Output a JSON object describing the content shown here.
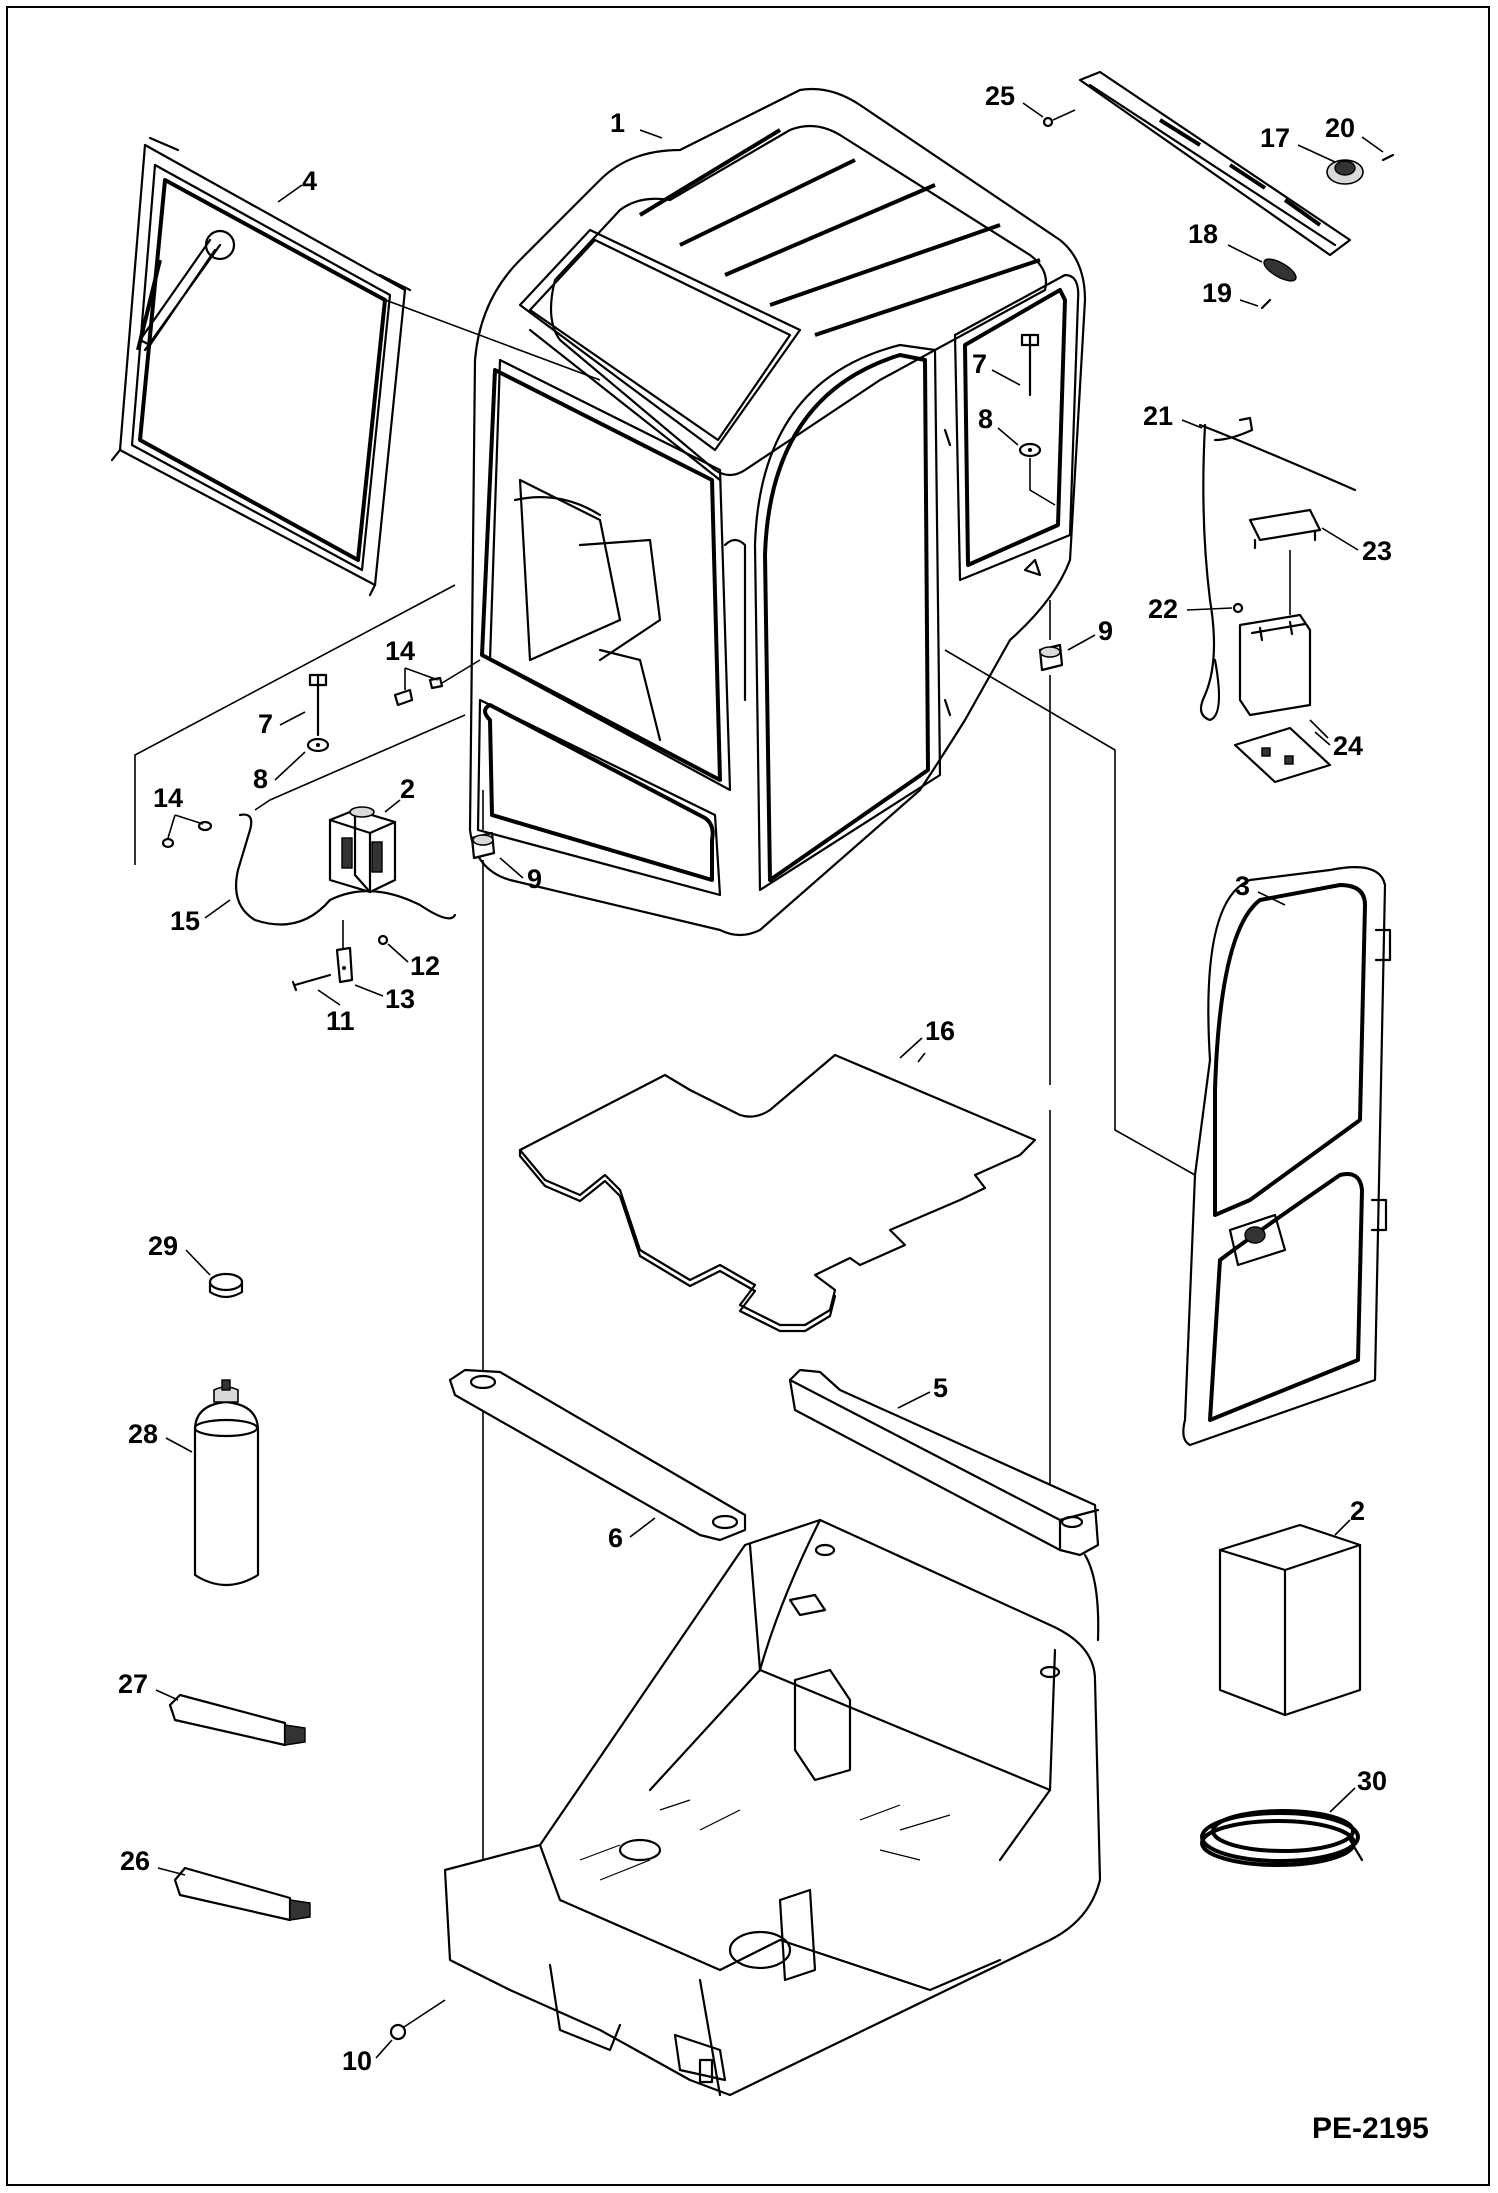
{
  "diagram_id": "PE-2195",
  "callouts": [
    {
      "id": "c1",
      "label": "1"
    },
    {
      "id": "c2a",
      "label": "2"
    },
    {
      "id": "c2b",
      "label": "2"
    },
    {
      "id": "c3",
      "label": "3"
    },
    {
      "id": "c4",
      "label": "4"
    },
    {
      "id": "c5",
      "label": "5"
    },
    {
      "id": "c6",
      "label": "6"
    },
    {
      "id": "c7a",
      "label": "7"
    },
    {
      "id": "c7b",
      "label": "7"
    },
    {
      "id": "c8a",
      "label": "8"
    },
    {
      "id": "c8b",
      "label": "8"
    },
    {
      "id": "c9a",
      "label": "9"
    },
    {
      "id": "c9b",
      "label": "9"
    },
    {
      "id": "c10",
      "label": "10"
    },
    {
      "id": "c11",
      "label": "11"
    },
    {
      "id": "c12",
      "label": "12"
    },
    {
      "id": "c13",
      "label": "13"
    },
    {
      "id": "c14a",
      "label": "14"
    },
    {
      "id": "c14b",
      "label": "14"
    },
    {
      "id": "c15",
      "label": "15"
    },
    {
      "id": "c16",
      "label": "16"
    },
    {
      "id": "c17",
      "label": "17"
    },
    {
      "id": "c18",
      "label": "18"
    },
    {
      "id": "c19",
      "label": "19"
    },
    {
      "id": "c20",
      "label": "20"
    },
    {
      "id": "c21",
      "label": "21"
    },
    {
      "id": "c22",
      "label": "22"
    },
    {
      "id": "c23",
      "label": "23"
    },
    {
      "id": "c24",
      "label": "24"
    },
    {
      "id": "c25",
      "label": "25"
    },
    {
      "id": "c26",
      "label": "26"
    },
    {
      "id": "c27",
      "label": "27"
    },
    {
      "id": "c28",
      "label": "28"
    },
    {
      "id": "c29",
      "label": "29"
    },
    {
      "id": "c30",
      "label": "30"
    }
  ]
}
